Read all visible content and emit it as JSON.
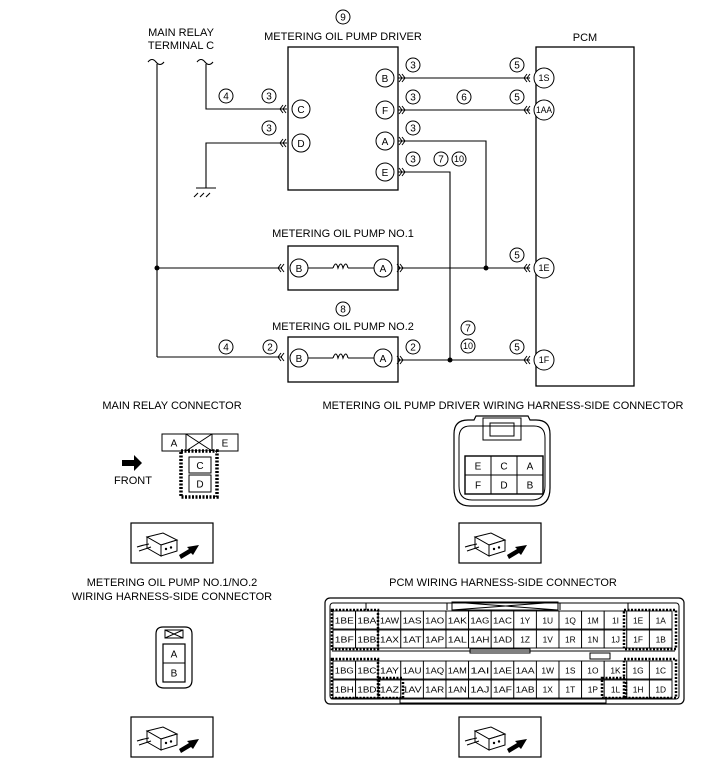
{
  "diagram": {
    "labels": {
      "main_relay_terminal": [
        "MAIN RELAY",
        "TERMINAL C"
      ],
      "driver_circle": "9",
      "driver_title": "METERING OIL PUMP DRIVER",
      "pcm_title": "PCM",
      "pump1_title": "METERING OIL PUMP NO.1",
      "pump2_circle": "8",
      "pump2_title": "METERING OIL PUMP NO.2",
      "main_relay_connector": "MAIN RELAY CONNECTOR",
      "driver_harness_connector": "METERING OIL PUMP DRIVER WIRING HARNESS-SIDE CONNECTOR",
      "front": "FRONT",
      "pump_harness_connector": [
        "METERING OIL PUMP NO.1/NO.2",
        "WIRING HARNESS-SIDE CONNECTOR"
      ],
      "pcm_harness_connector": "PCM WIRING HARNESS-SIDE CONNECTOR"
    },
    "driver_pins": [
      "B",
      "F",
      "A",
      "E",
      "C",
      "D"
    ],
    "pcm_pins": [
      "1S",
      "1AA",
      "1E",
      "1F"
    ],
    "pump_pins": [
      "B",
      "A"
    ],
    "circles": {
      "n2": "2",
      "n3": "3",
      "n4": "4",
      "n5": "5",
      "n6": "6",
      "n7": "7",
      "n10": "10"
    },
    "main_relay_conn": {
      "top": [
        "A",
        "E"
      ],
      "cells": [
        "C",
        "D"
      ]
    },
    "driver_conn": {
      "top": [
        "E",
        "C",
        "A"
      ],
      "bottom": [
        "F",
        "D",
        "B"
      ]
    },
    "pump_conn": [
      "A",
      "B"
    ],
    "pcm_conn_rows": [
      [
        "1BE",
        "1BA",
        "1AW",
        "1AS",
        "1AO",
        "1AK",
        "1AG",
        "1AC",
        "1Y",
        "1U",
        "1Q",
        "1M",
        "1I",
        "1E",
        "1A"
      ],
      [
        "1BF",
        "1BB",
        "1AX",
        "1AT",
        "1AP",
        "1AL",
        "1AH",
        "1AD",
        "1Z",
        "1V",
        "1R",
        "1N",
        "1J",
        "1F",
        "1B"
      ],
      [
        "1BG",
        "1BC",
        "1AY",
        "1AU",
        "1AQ",
        "1AM",
        "1AI",
        "1AE",
        "1AA",
        "1W",
        "1S",
        "1O",
        "1K",
        "1G",
        "1C"
      ],
      [
        "1BH",
        "1BD",
        "1AZ",
        "1AV",
        "1AR",
        "1AN",
        "1AJ",
        "1AF",
        "1AB",
        "1X",
        "1T",
        "1P",
        "1L",
        "1H",
        "1D"
      ]
    ]
  }
}
